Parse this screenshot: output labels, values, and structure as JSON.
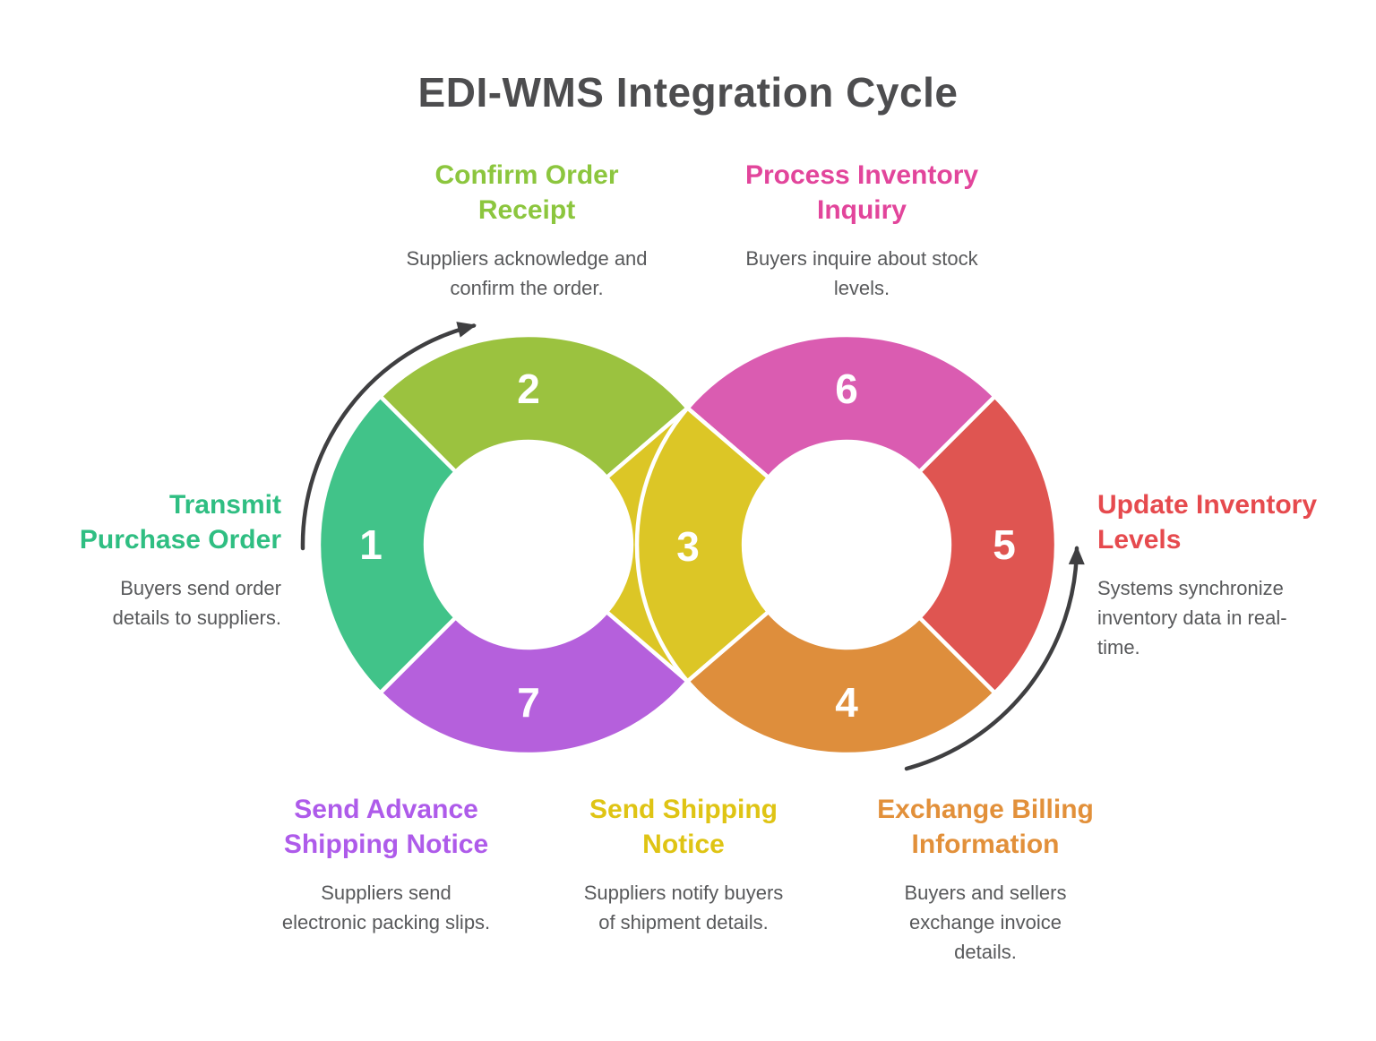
{
  "title": {
    "text": "EDI-WMS Integration Cycle",
    "color": "#4D4D4F"
  },
  "description_color": "#58595B",
  "arrow_color": "#3F3F41",
  "number_color": "#FFFFFF",
  "segments": {
    "s1": {
      "number": "1",
      "color": "#41C389"
    },
    "s2": {
      "number": "2",
      "color": "#9BC23F"
    },
    "s3": {
      "number": "3",
      "color": "#DCC626"
    },
    "s4": {
      "number": "4",
      "color": "#DE8E3C"
    },
    "s5": {
      "number": "5",
      "color": "#DF5551"
    },
    "s6": {
      "number": "6",
      "color": "#DA5CB1"
    },
    "s7": {
      "number": "7",
      "color": "#B560DC"
    }
  },
  "labels": {
    "transmit": {
      "step": 1,
      "heading": "Transmit\nPurchase Order",
      "description": "Buyers send order\ndetails to suppliers.",
      "color": "#2FBE82"
    },
    "confirm": {
      "step": 2,
      "heading": "Confirm Order\nReceipt",
      "description": "Suppliers acknowledge and\nconfirm the order.",
      "color": "#8CC63E"
    },
    "shipping": {
      "step": 3,
      "heading": "Send Shipping\nNotice",
      "description": "Suppliers notify buyers\nof shipment details.",
      "color": "#DFC414"
    },
    "exchange": {
      "step": 4,
      "heading": "Exchange Billing\nInformation",
      "description": "Buyers and sellers\nexchange invoice\ndetails.",
      "color": "#E2903A"
    },
    "update": {
      "step": 5,
      "heading": "Update Inventory\nLevels",
      "description": "Systems synchronize\ninventory data in real-\ntime.",
      "color": "#E64A4E"
    },
    "process": {
      "step": 6,
      "heading": "Process Inventory\nInquiry",
      "description": "Buyers inquire about stock\nlevels.",
      "color": "#E2459B"
    },
    "advance": {
      "step": 7,
      "heading": "Send Advance\nShipping Notice",
      "description": "Suppliers send\nelectronic packing slips.",
      "color": "#AE5BEA"
    }
  }
}
